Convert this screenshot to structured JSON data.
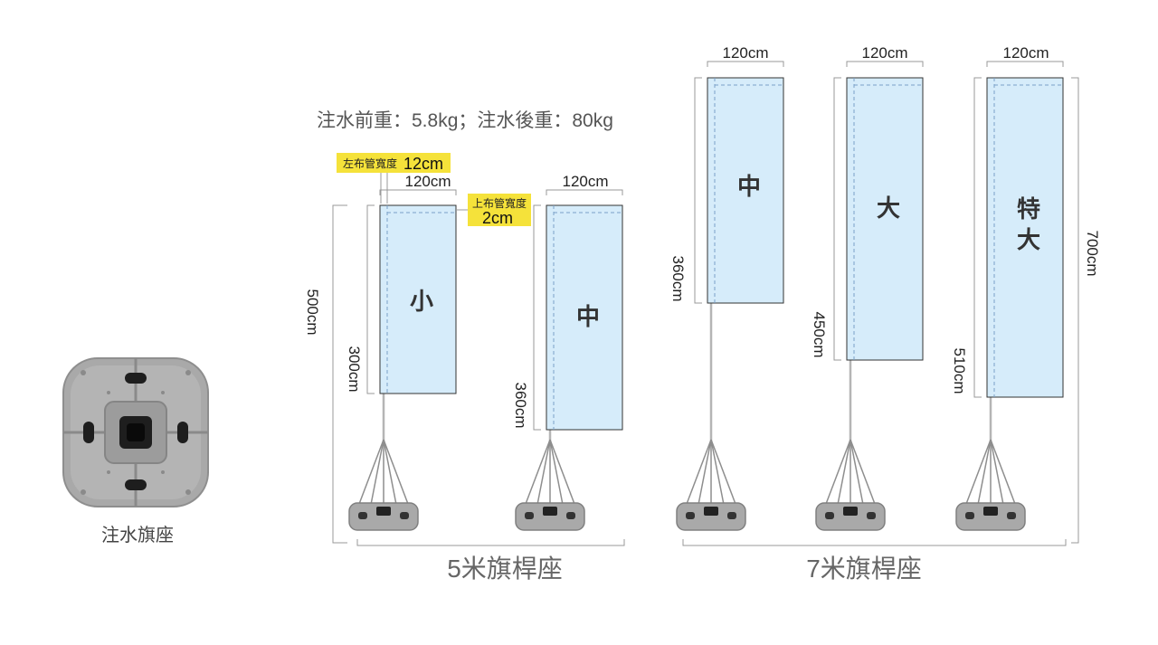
{
  "base": {
    "label": "注水旗座"
  },
  "weight_note": "注水前重：5.8kg；注水後重：80kg",
  "callouts": {
    "left_sleeve_label": "左布管寬度",
    "left_sleeve_value": "12cm",
    "top_sleeve_label": "上布管寬度",
    "top_sleeve_value": "2cm"
  },
  "groups": [
    {
      "label": "5米旗桿座",
      "total_height": "500cm"
    },
    {
      "label": "7米旗桿座",
      "total_height": "700cm"
    }
  ],
  "flags": [
    {
      "size": "小",
      "width": "120cm",
      "height": "300cm"
    },
    {
      "size": "中",
      "width": "120cm",
      "height": "360cm"
    },
    {
      "size": "中",
      "width": "120cm",
      "height": "360cm"
    },
    {
      "size": "大",
      "width": "120cm",
      "height": "450cm"
    },
    {
      "size": "特大",
      "width": "120cm",
      "height": "510cm"
    }
  ],
  "colors": {
    "flag_fill": "#d6ecfa",
    "flag_border": "#333333",
    "highlight": "#f5e23a",
    "dim_line": "#999999",
    "pole": "#b5b5b5",
    "base_gray": "#a9a9a9"
  }
}
